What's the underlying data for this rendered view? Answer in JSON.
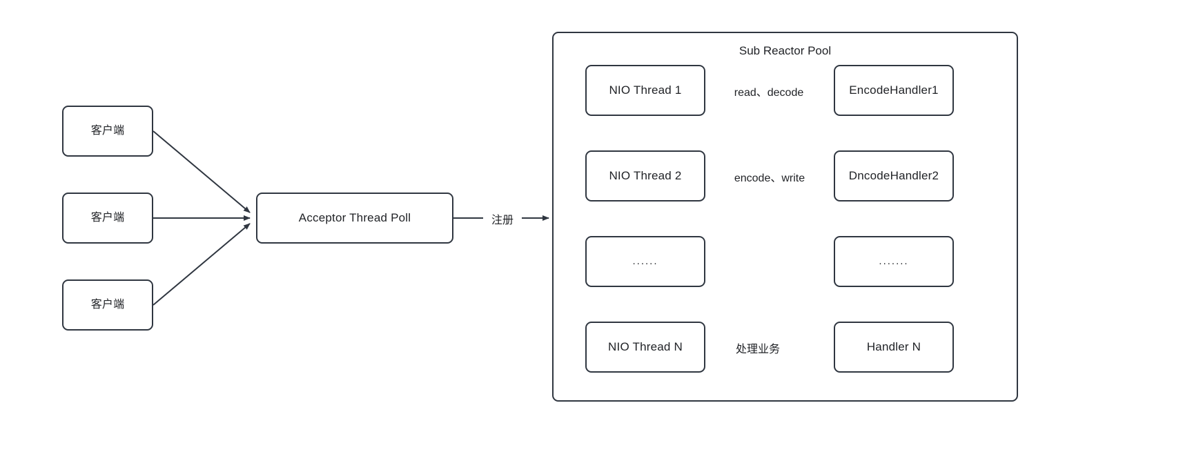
{
  "diagram": {
    "title_visible": false,
    "colors": {
      "stroke": "#2f3640",
      "text": "#1f2125",
      "background": "#ffffff"
    },
    "clients": [
      {
        "label": "客户端"
      },
      {
        "label": "客户端"
      },
      {
        "label": "客户端"
      }
    ],
    "acceptor": {
      "label": "Acceptor Thread Poll"
    },
    "register_edge": {
      "label": "注册"
    },
    "pool": {
      "title": "Sub Reactor Pool",
      "rows": [
        {
          "thread": "NIO Thread 1",
          "edge": "read、decode",
          "handler": "EncodeHandler1"
        },
        {
          "thread": "NIO Thread 2",
          "edge": "encode、write",
          "handler": "DncodeHandler2"
        },
        {
          "thread": "......",
          "edge": "",
          "handler": "......."
        },
        {
          "thread": "NIO Thread N",
          "edge": "处理业务",
          "handler": "Handler N"
        }
      ]
    }
  }
}
